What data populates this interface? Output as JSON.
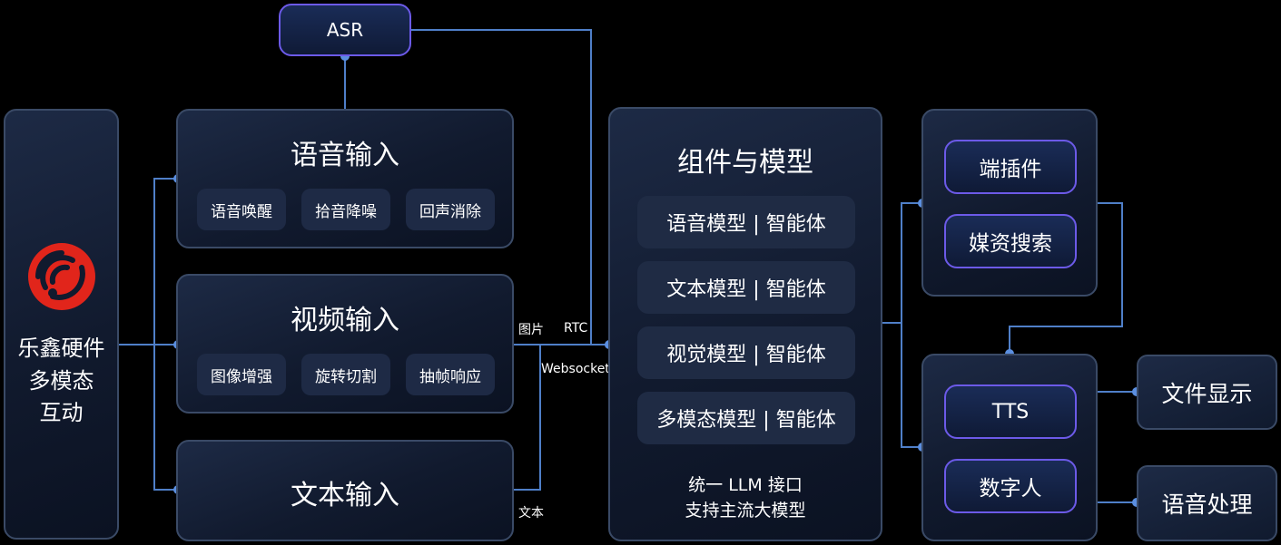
{
  "device": {
    "line1": "乐鑫硬件",
    "line2": "多模态",
    "line3": "互动",
    "logo_icon": "espressif-logo-icon"
  },
  "asr": {
    "label": "ASR"
  },
  "voice_input": {
    "title": "语音输入",
    "items": [
      "语音唤醒",
      "拾音降噪",
      "回声消除"
    ]
  },
  "video_input": {
    "title": "视频输入",
    "items": [
      "图像增强",
      "旋转切割",
      "抽帧响应"
    ]
  },
  "text_input": {
    "title": "文本输入"
  },
  "links": {
    "image": "图片",
    "rtc": "RTC",
    "websocket": "Websocket",
    "text": "文本"
  },
  "components": {
    "title": "组件与模型",
    "models": [
      "语音模型 | 智能体",
      "文本模型 | 智能体",
      "视觉模型 | 智能体",
      "多模态模型 | 智能体"
    ],
    "footer1": "统一 LLM 接口",
    "footer2": "支持主流大模型"
  },
  "plugins": {
    "items": [
      "端插件",
      "媒资搜索"
    ]
  },
  "outputs": {
    "items": [
      "TTS",
      "数字人"
    ]
  },
  "results": {
    "items": [
      "文件显示",
      "语音处理"
    ]
  },
  "colors": {
    "accent": "#6c5ae8",
    "wire": "#4f7fc8",
    "node": "#5b8fe0",
    "logo": "#e1251b"
  }
}
